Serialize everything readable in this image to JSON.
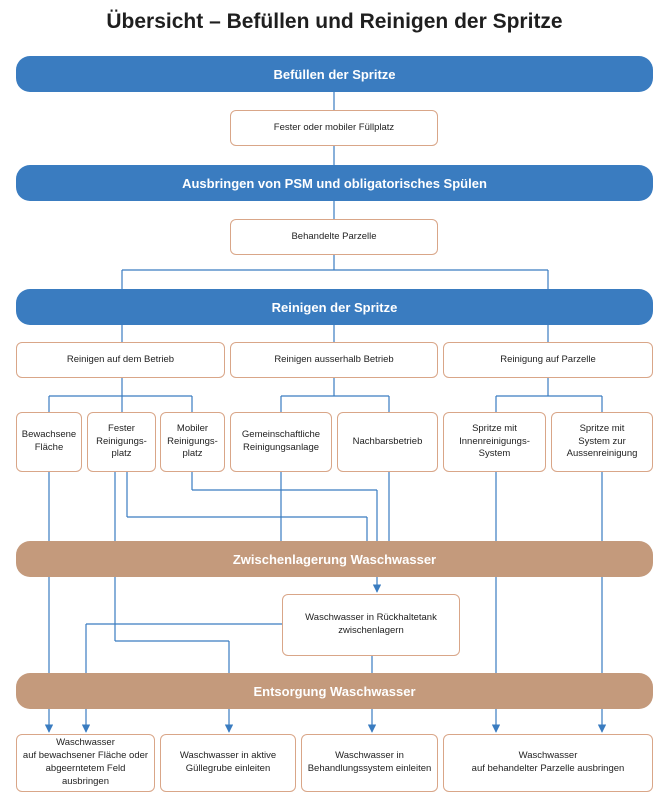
{
  "title": "Übersicht – Befüllen und Reinigen der Spritze",
  "bands": {
    "fill": "Befüllen der Spritze",
    "apply": "Ausbringen von PSM und obligatorisches Spülen",
    "clean": "Reinigen der Spritze",
    "store": "Zwischenlagerung Waschwasser",
    "dispose": "Entsorgung Waschwasser"
  },
  "boxes": {
    "fill_place": "Fester oder mobiler Füllplatz",
    "parcel": "Behandelte Parzelle",
    "on_farm": "Reinigen auf dem Betrieb",
    "off_farm": "Reinigen ausserhalb Betrieb",
    "on_parcel": "Reinigung auf Parzelle",
    "planted": "Bewachsene\nFläche",
    "fixed": "Fester\nReinigungs-\nplatz",
    "mobile": "Mobiler\nReinigungs-\nplatz",
    "community": "Gemeinschaftliche\nReinigungsanlage",
    "neighbor": "Nachbarsbetrieb",
    "internal": "Spritze mit\nInnenreinigungs-\nSystem",
    "external": "Spritze mit\nSystem zur\nAussenreinigung",
    "tank": "Waschwasser in Rückhaltetank\nzwischenlagern",
    "out_field": "Waschwasser\nauf bewachsener Fläche oder\nabgeerntetem Feld ausbringen",
    "out_slurry": "Waschwasser in aktive\nGüllegrube einleiten",
    "out_treat": "Waschwasser in\nBehandlungssystem einleiten",
    "out_parcel": "Waschwasser\nauf behandelter Parzelle ausbringen"
  },
  "colors": {
    "blue": "#3a7cc0",
    "tan": "#c49a7c",
    "box_border": "#d9a688",
    "line": "#3a7cc0"
  }
}
